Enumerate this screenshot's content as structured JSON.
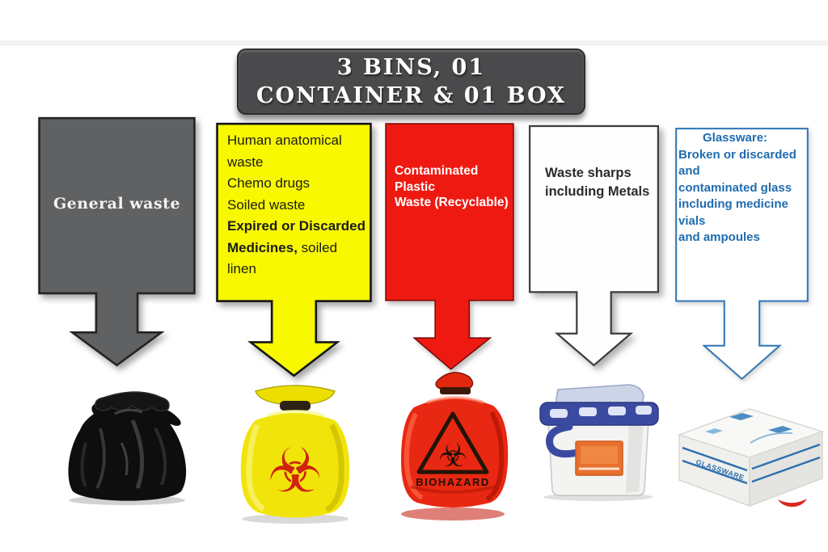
{
  "title": "3 BINS, 01\nCONTAINER & 01 BOX",
  "columns": {
    "general": {
      "label": "General waste"
    },
    "yellow": {
      "lines_normal": "Human anatomical waste\nChemo drugs\nSoiled waste\n",
      "lines_bold": "Expired or  Discarded\nMedicines,",
      "lines_tail": " soiled linen"
    },
    "red": {
      "label": "Contaminated Plastic\nWaste  (Recyclable)"
    },
    "sharps": {
      "label": "Waste sharps\nincluding Metals"
    },
    "glassware": {
      "heading": "Glassware:",
      "body": "Broken or discarded\nand\ncontaminated glass\nincluding medicine\nvials\nand ampoules"
    }
  },
  "images": {
    "biohazard_symbol": "☣",
    "biohazard_label": "BIOHAZARD",
    "glassware_box_label": "GLASSWARE"
  },
  "colors": {
    "title_bg": "#4a4a4c",
    "general_gray": "#5f6163",
    "bin_yellow": "#f8f800",
    "bin_red": "#ee1a12",
    "glassware_border_blue": "#2e75b6",
    "glassware_text_blue": "#1f6cb0"
  }
}
